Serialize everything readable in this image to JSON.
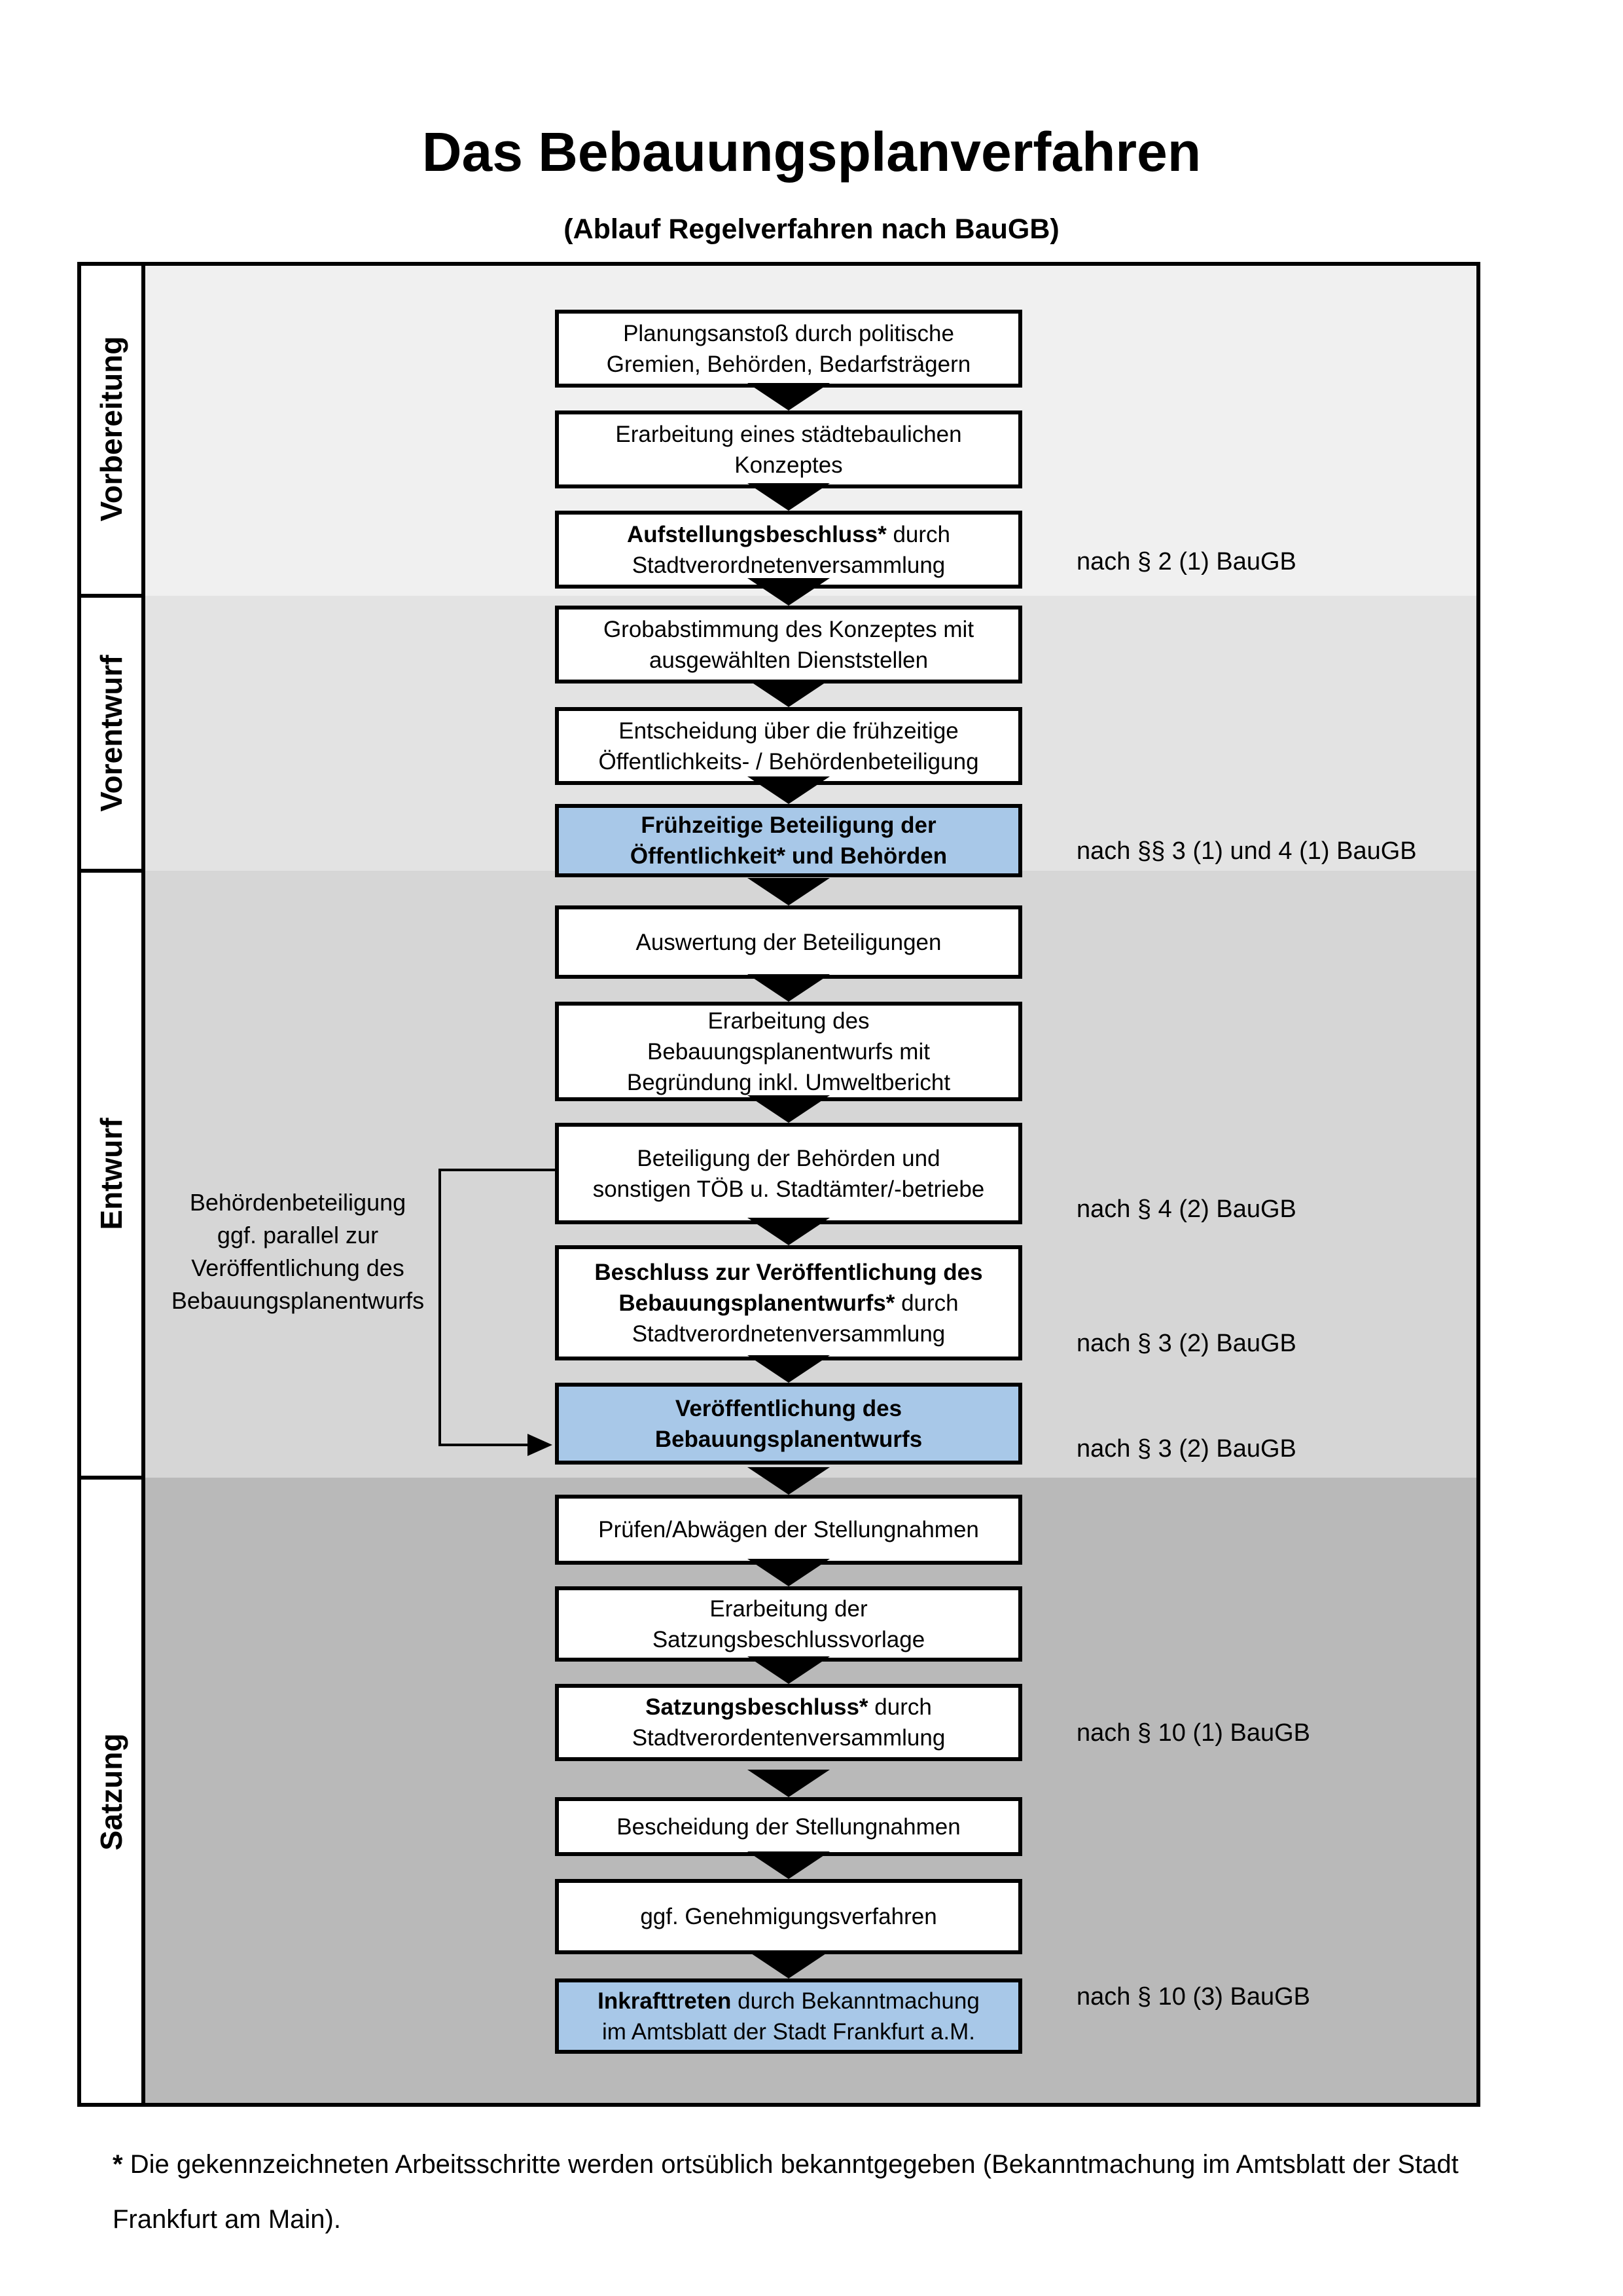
{
  "title": "Das Bebauungsplanverfahren",
  "subtitle": "(Ablauf Regelverfahren nach BauGB)",
  "phases": {
    "p1": {
      "label": "Vorbereitung"
    },
    "p2": {
      "label": "Vorentwurf"
    },
    "p3": {
      "label": "Entwurf"
    },
    "p4": {
      "label": "Satzung"
    }
  },
  "boxes": {
    "b1": {
      "text": "Planungsanstoß durch politische\nGremien, Behörden, Bedarfsträgern"
    },
    "b2": {
      "text": "Erarbeitung eines städtebaulichen\nKonzeptes"
    },
    "b3": {
      "bold": "Aufstellungsbeschluss*",
      "rest": " durch\nStadtverordnetenversammlung"
    },
    "b4": {
      "text": "Grobabstimmung des Konzeptes mit\nausgewählten Dienststellen"
    },
    "b5": {
      "text": "Entscheidung über die frühzeitige\nÖffentlichkeits- / Behördenbeteiligung"
    },
    "b6": {
      "text": "Frühzeitige Beteiligung der\nÖffentlichkeit* und Behörden"
    },
    "b7": {
      "text": "Auswertung der Beteiligungen"
    },
    "b8": {
      "text": "Erarbeitung des\nBebauungsplanentwurfs mit\nBegründung inkl. Umweltbericht"
    },
    "b9": {
      "text": "Beteiligung der Behörden und\nsonstigen TÖB u. Stadtämter/-betriebe"
    },
    "b10": {
      "bold": "Beschluss zur Veröffentlichung des\nBebauungsplanentwurfs*",
      "rest": " durch\nStadtverordnetenversammlung"
    },
    "b11": {
      "text": "Veröffentlichung des\nBebauungsplanentwurfs"
    },
    "b12": {
      "text": "Prüfen/Abwägen der Stellungnahmen"
    },
    "b13": {
      "text": "Erarbeitung der\nSatzungsbeschlussvorlage"
    },
    "b14": {
      "bold": "Satzungsbeschluss*",
      "rest": " durch\nStadtverordentenversammlung"
    },
    "b15": {
      "text": "Bescheidung der Stellungnahmen"
    },
    "b16": {
      "text": "ggf. Genehmigungsverfahren"
    },
    "b17": {
      "bold": "Inkrafttreten",
      "rest": " durch Bekanntmachung\nim Amtsblatt der Stadt Frankfurt a.M."
    }
  },
  "annotation": {
    "text": "Behördenbeteiligung\nggf. parallel zur\nVeröffentlichung des\nBebauungsplanentwurfs"
  },
  "references": {
    "r1": {
      "text": "nach § 2 (1) BauGB"
    },
    "r2": {
      "text": "nach §§ 3 (1) und 4 (1) BauGB"
    },
    "r3": {
      "text": "nach § 4 (2) BauGB"
    },
    "r4": {
      "text": "nach § 3 (2) BauGB"
    },
    "r5": {
      "text": "nach § 3 (2) BauGB"
    },
    "r6": {
      "text": "nach § 10 (1) BauGB"
    },
    "r7": {
      "text": "nach § 10 (3) BauGB"
    }
  },
  "footnote": {
    "star": "*",
    "text": " Die gekennzeichneten Arbeitsschritte werden ortsüblich bekanntgegeben (Bekanntmachung im Amtsblatt  der Stadt\nFrankfurt am Main)."
  },
  "colors": {
    "highlight_blue": "#a8c8e8",
    "band_vorbereitung": "#f0f0f0",
    "band_vorentwurf": "#e3e3e3",
    "band_entwurf": "#d6d6d6",
    "band_satzung": "#b9b9b9",
    "border_black": "#000000"
  }
}
